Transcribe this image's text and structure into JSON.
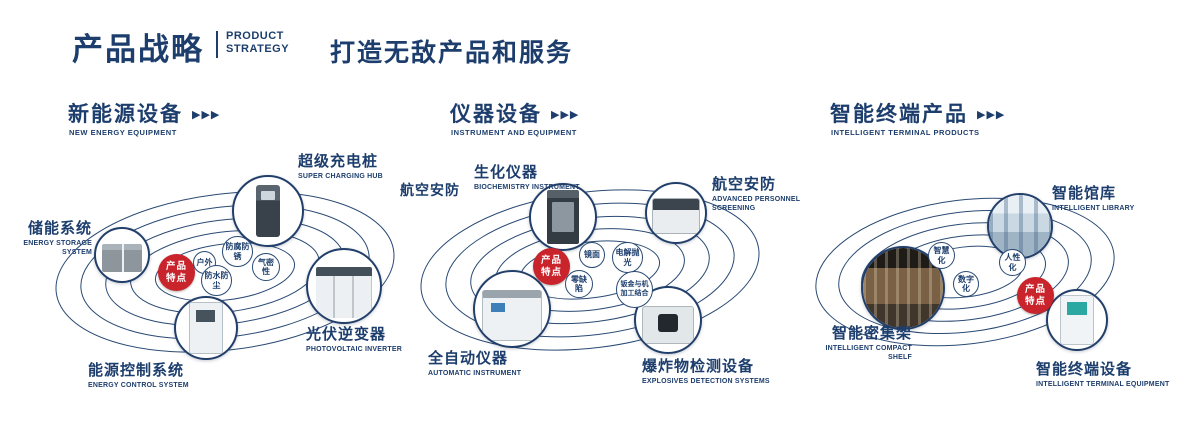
{
  "header": {
    "title_zh": "产品战略",
    "title_en_line1": "PRODUCT",
    "title_en_line2": "STRATEGY",
    "tagline": "打造无敌产品和服务"
  },
  "icons": {
    "triple_arrow": "▶▶▶"
  },
  "colors": {
    "navy": "#1d3e6d",
    "red": "#c9232b"
  },
  "badge": {
    "line1": "产品",
    "line2": "特点"
  },
  "sections": [
    {
      "title_zh": "新能源设备",
      "title_en": "NEW ENERGY EQUIPMENT",
      "nodes": [
        {
          "zh": "储能系统",
          "en": "ENERGY STORAGE SYSTEM"
        },
        {
          "zh": "超级充电桩",
          "en": "SUPER CHARGING HUB"
        },
        {
          "zh": "光伏逆变器",
          "en": "PHOTOVOLTAIC INVERTER"
        },
        {
          "zh": "能源控制系统",
          "en": "ENERGY CONTROL SYSTEM"
        }
      ],
      "features": [
        "户外",
        "防腐防锈",
        "气密性",
        "防水防尘"
      ]
    },
    {
      "title_zh": "仪器设备",
      "title_en": "INSTRUMENT AND EQUIPMENT",
      "side_label": "航空安防",
      "nodes": [
        {
          "zh": "生化仪器",
          "en": "BIOCHEMISTRY INSTRUMENT"
        },
        {
          "zh": "航空安防",
          "en": "ADVANCED PERSONNEL SCREENING"
        },
        {
          "zh": "全自动仪器",
          "en": "AUTOMATIC INSTRUMENT"
        },
        {
          "zh": "爆炸物检测设备",
          "en": "EXPLOSIVES DETECTION SYSTEMS"
        }
      ],
      "features": [
        "镜面",
        "电解抛光",
        "零缺陷",
        "钣金与机加工结合"
      ]
    },
    {
      "title_zh": "智能终端产品",
      "title_en": "INTELLIGENT TERMINAL PRODUCTS",
      "nodes": [
        {
          "zh": "智能馆库",
          "en": "INTELLIGENT LIBRARY"
        },
        {
          "zh": "智能密集架",
          "en": "INTELLIGENT COMPACT SHELF"
        },
        {
          "zh": "智能终端设备",
          "en": "INTELLIGENT TERMINAL EQUIPMENT"
        }
      ],
      "features": [
        "智慧化",
        "人性化",
        "数字化"
      ]
    }
  ]
}
